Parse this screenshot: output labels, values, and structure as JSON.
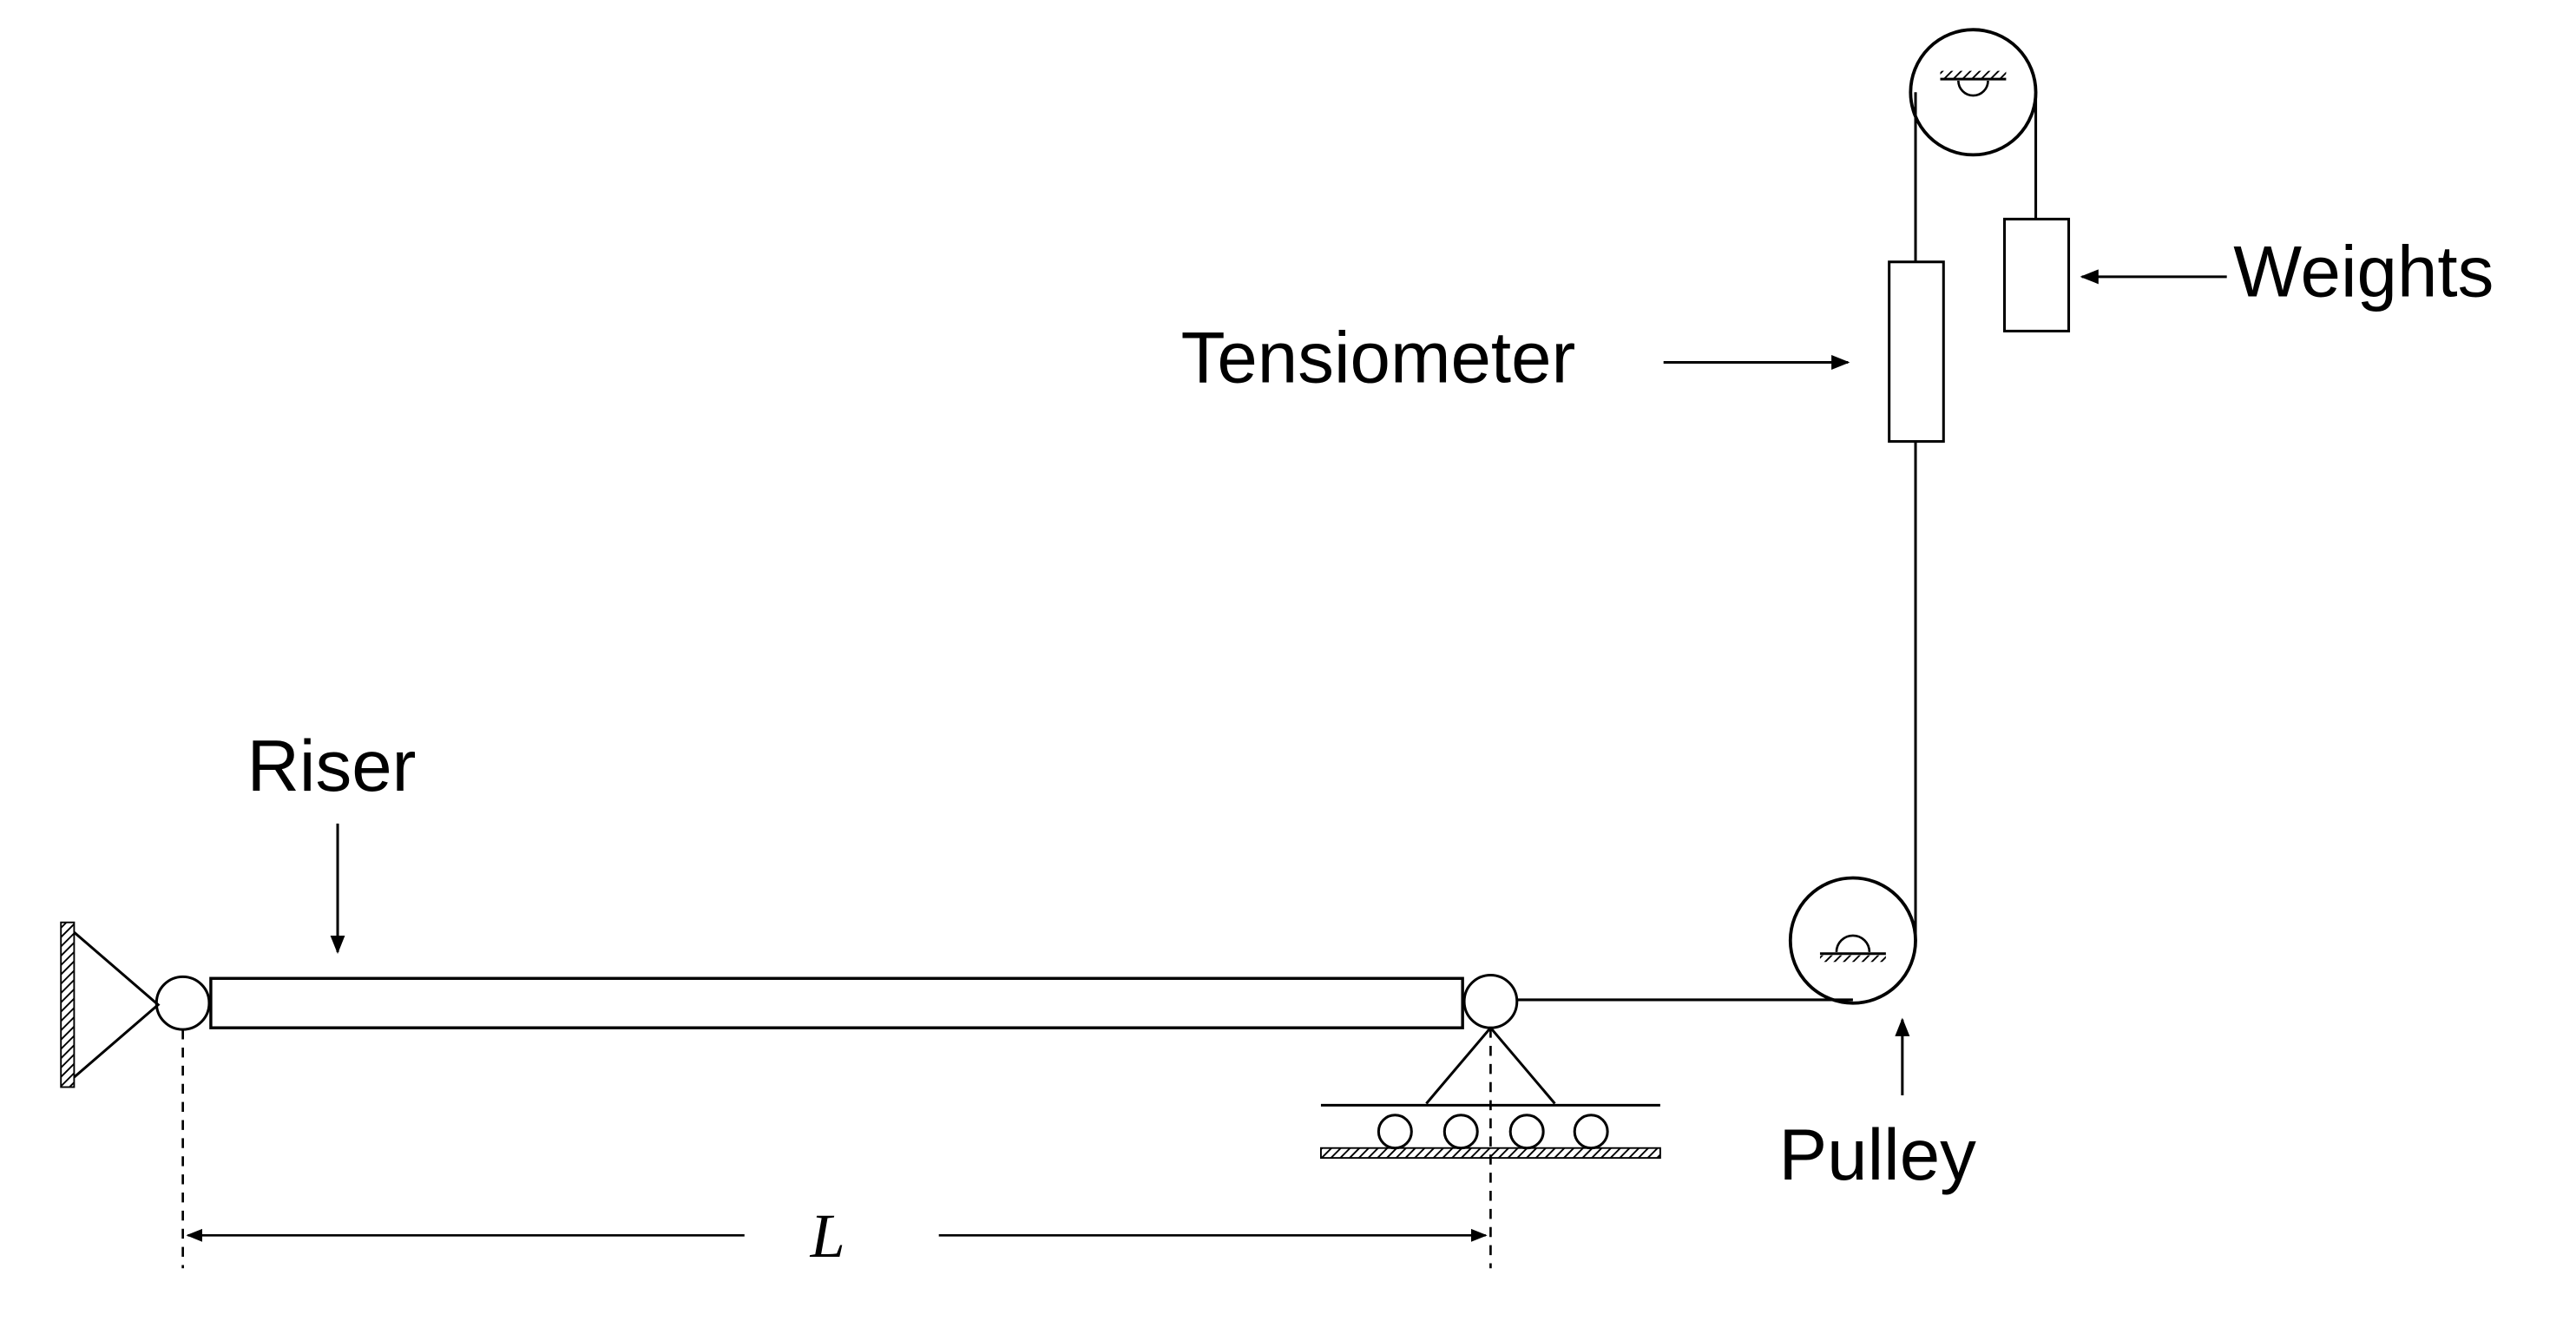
{
  "labels": {
    "riser": "Riser",
    "tensiometer": "Tensiometer",
    "weights": "Weights",
    "pulley": "Pulley",
    "length": "L"
  }
}
